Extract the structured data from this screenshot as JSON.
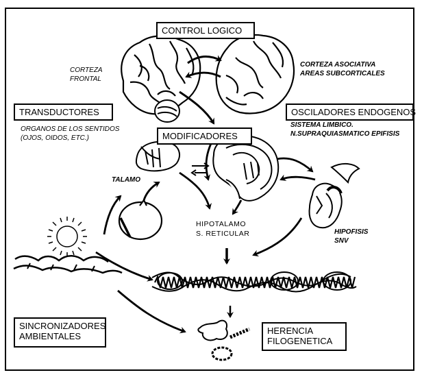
{
  "boxes": {
    "control_logico": "CONTROL LOGICO",
    "transductores": "TRANSDUCTORES",
    "osciladores": "OSCILADORES ENDOGENOS",
    "modificadores": "MODIFICADORES",
    "sincronizadores_1": "SINCRONIZADORES",
    "sincronizadores_2": "AMBIENTALES",
    "herencia_1": "HERENCIA",
    "herencia_2": "FILOGENETICA"
  },
  "labels": {
    "corteza_frontal_1": "CORTEZA",
    "corteza_frontal_2": "FRONTAL",
    "corteza_asociativa_1": "CORTEZA ASOCIATIVA",
    "corteza_asociativa_2": "AREAS SUBCORTICALES",
    "organos_1": "ORGANOS DE LOS SENTIDOS",
    "organos_2": "(OJOS, OIDOS, ETC.)",
    "sistema_1": "SISTEMA LIMBICO.",
    "sistema_2": "N.SUPRAQUIASMATICO EPIFISIS",
    "talamo": "TALAMO",
    "hipotalamo_1": "HIPOTALAMO",
    "hipotalamo_2": "S. RETICULAR",
    "hipofisis_1": "HIPOFISIS",
    "hipofisis_2": "SNV"
  }
}
